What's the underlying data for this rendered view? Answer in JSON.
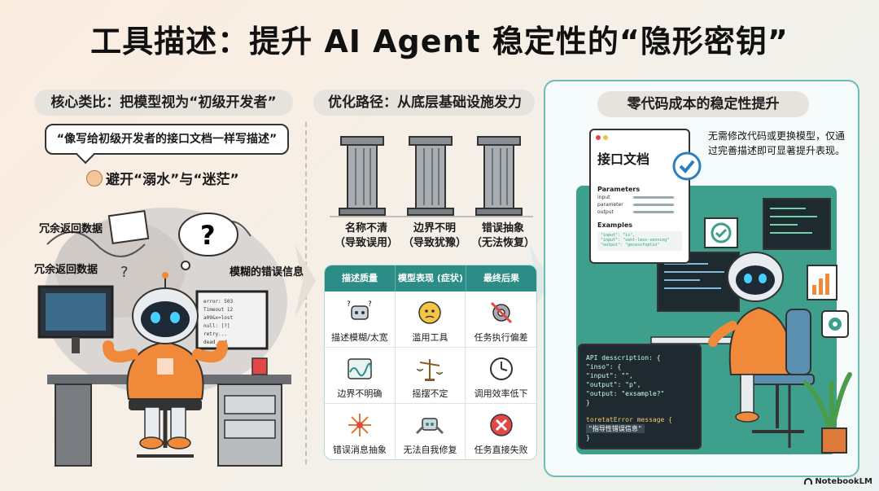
{
  "title": "工具描述：提升 AI Agent 稳定性的“隐形密钥”",
  "left": {
    "pill": "核心类比：把模型视为“初级开发者”",
    "quote": "“像写给初级开发者的接口文档一样写描述”",
    "avoid": "避开“溺水”与“迷茫”",
    "tag1": "冗余返回数据",
    "tag2": "冗余返回数据",
    "tag3": "模糊的错误信息",
    "screen_text": [
      "error: 503",
      "Timeout 12",
      "a09&x=lost",
      "null: [?]",
      "retry...",
      "dead_end"
    ]
  },
  "middle": {
    "pill": "优化路径：从底层基础设施发力",
    "pillars": [
      {
        "line1": "名称不清",
        "line2": "（导致误用）"
      },
      {
        "line1": "边界不明",
        "line2": "（导致犹豫）"
      },
      {
        "line1": "错误抽象",
        "line2": "（无法恢复）"
      }
    ],
    "table": {
      "headers": [
        "描述质量",
        "模型表现 (症状)",
        "最终后果"
      ],
      "cells": [
        "描述模糊/太宽",
        "滥用工具",
        "任务执行偏差",
        "边界不明确",
        "摇摆不定",
        "调用效率低下",
        "错误消息抽象",
        "无法自我修复",
        "任务直接失败"
      ]
    }
  },
  "right": {
    "pill": "零代码成本的稳定性提升",
    "note": "无需修改代码或更换模型，仅通过完善描述即可显著提升表现。",
    "doc": {
      "title": "接口文档",
      "params_label": "Parameters",
      "params": [
        "input",
        "parameter",
        "output"
      ],
      "examples_label": "Examples",
      "example_code": [
        "\"input\": \"is\",",
        "\"input\": \"sent-less-sensing\"",
        "\"output\": \"gecessfoptin\""
      ]
    },
    "code": {
      "l1": "API desscription: {",
      "l2": "  \"inso\": {",
      "l3": "  \"input\": \"\",",
      "l4": "  \"output\": \"p\",",
      "l5": "  \"output: \"exsample?\"",
      "l6": "}",
      "err1": "toretatError message {",
      "err2": "\"指导性错误信息\"",
      "err3": "}"
    }
  },
  "brand": "NotebookLM",
  "colors": {
    "teal": "#2c8c86",
    "orange": "#f08a3a",
    "red": "#e04848"
  }
}
